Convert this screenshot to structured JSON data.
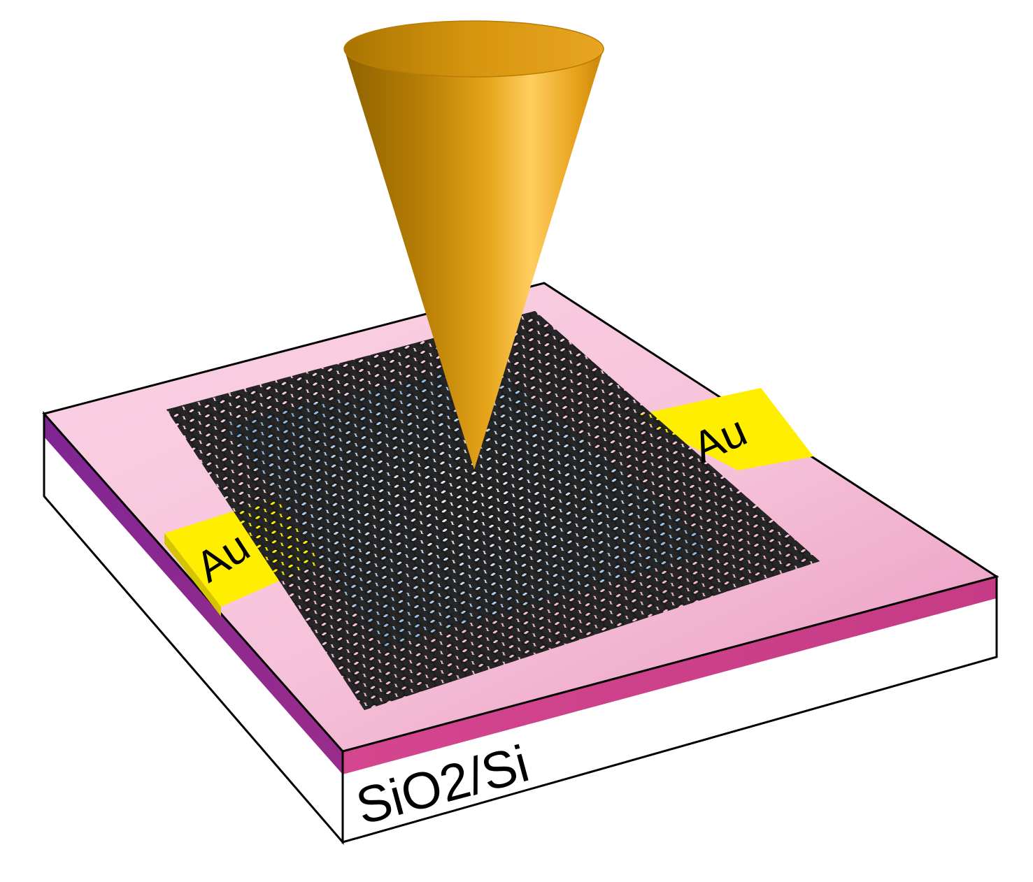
{
  "labels": {
    "electrode_left": "Au",
    "electrode_right": "Au",
    "substrate": "SiO2/Si"
  },
  "icons": {
    "tip": "conical-probe-tip-icon",
    "lattice": "graphene-hexagonal-lattice-icon"
  },
  "colors": {
    "oxide_top": "#f7c6dc",
    "oxide_side": "#c43d87",
    "oxide_left_edge": "#8a2a8e",
    "si_side": "#ffffff",
    "gold_electrode": "#ffee00",
    "flake_blue": "#5d9fd8",
    "tip_gold": "#d99a14",
    "lattice_atoms": "#1c1c1c"
  }
}
